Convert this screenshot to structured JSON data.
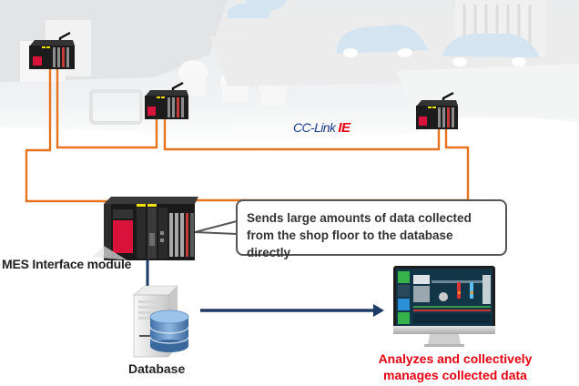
{
  "diagram": {
    "network_logo": {
      "prefix": "CC-Link",
      "suffix": "IE"
    },
    "nodes": {
      "mes_module": {
        "label": "MES Interface module"
      },
      "database": {
        "label": "Database"
      },
      "monitor": {
        "label_line1": "Analyzes and collectively",
        "label_line2": "manages collected data"
      },
      "remote_plcs": [
        {
          "name": "plc-1"
        },
        {
          "name": "plc-2"
        },
        {
          "name": "plc-3"
        }
      ]
    },
    "callout": {
      "line1": "Sends large amounts of data collected",
      "line2": "from the shop floor to the database directly"
    },
    "colors": {
      "network_cable": "#e8731e",
      "data_link": "#1e3a66",
      "highlight_text": "#e60012",
      "logo_blue": "#1a3b8c"
    },
    "monitor_screen": {
      "sidebar_tiles": [
        "exit-icon",
        "fan-icon",
        "gauge-icon",
        "tool-icon"
      ]
    }
  }
}
